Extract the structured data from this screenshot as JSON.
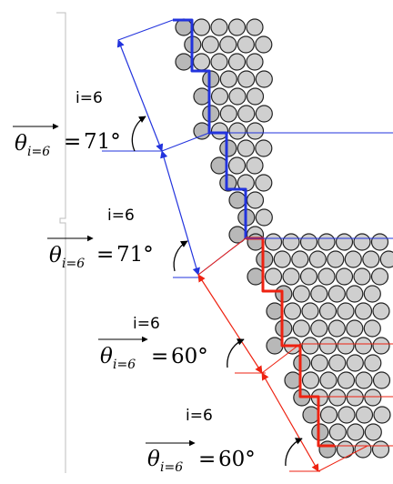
{
  "colors": {
    "upper_path": "#2233dd",
    "lower_path": "#ee2211",
    "particle_fill": "#cfcfcf",
    "particle_stroke": "#222222",
    "step_fill": "#b8b8b8"
  },
  "segments": [
    {
      "index_label": "i=6",
      "theta_symbol": "θ",
      "subscript": "i=6",
      "equals": "=",
      "angle": "71°",
      "color": "#2233dd"
    },
    {
      "index_label": "i=6",
      "theta_symbol": "θ",
      "subscript": "i=6",
      "equals": "=",
      "angle": "71°",
      "color": "#2233dd"
    },
    {
      "index_label": "i=6",
      "theta_symbol": "θ",
      "subscript": "i=6",
      "equals": "=",
      "angle": "60°",
      "color": "#ee2211"
    },
    {
      "index_label": "i=6",
      "theta_symbol": "θ",
      "subscript": "i=6",
      "equals": "=",
      "angle": "60°",
      "color": "#ee2211"
    }
  ]
}
